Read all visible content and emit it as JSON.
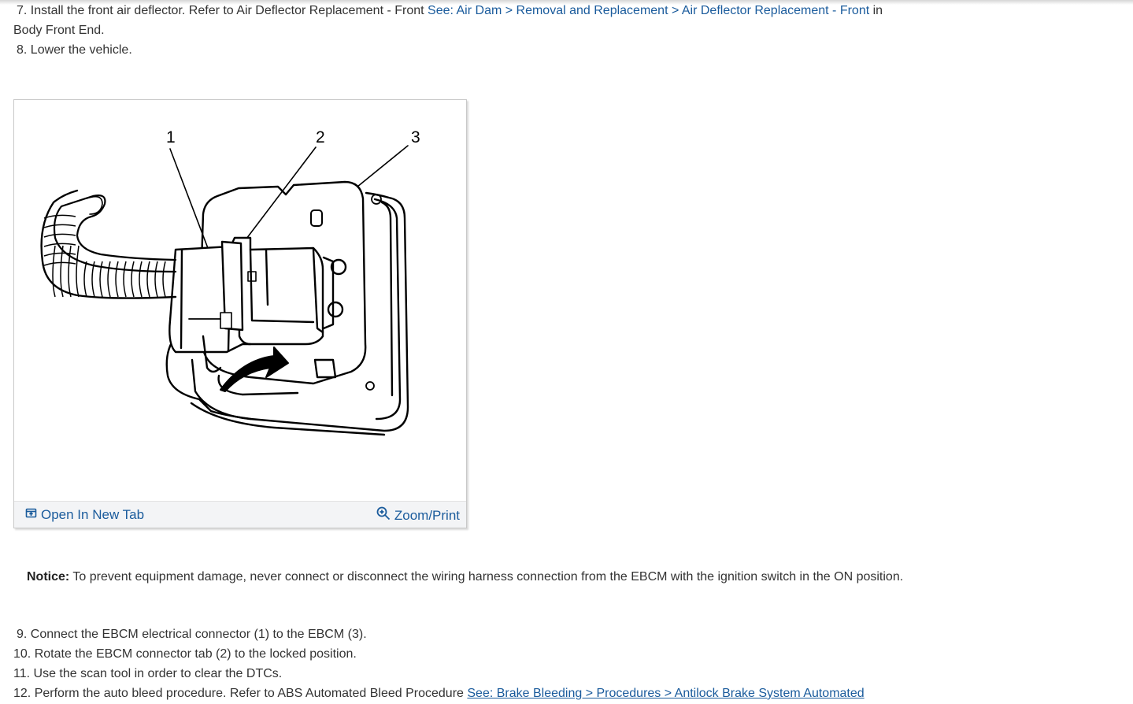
{
  "steps": {
    "step7": {
      "num": "7.",
      "text": "Install the front air deflector. Refer to Air Deflector Replacement - Front",
      "link": "See: Air Dam > Removal and Replacement > Air Deflector Replacement - Front",
      "tail": "in",
      "cont": "Body Front End."
    },
    "step8": {
      "num": "8.",
      "text": "Lower the vehicle."
    },
    "step9": {
      "num": "9.",
      "text": "Connect the EBCM electrical connector (1) to the EBCM (3)."
    },
    "step10": {
      "num": "10.",
      "text": "Rotate the EBCM connector tab (2) to the locked position."
    },
    "step11": {
      "num": "11.",
      "text": "Use the scan tool in order to clear the DTCs."
    },
    "step12": {
      "num": "12.",
      "text": "Perform the auto bleed procedure. Refer to ABS Automated Bleed Procedure",
      "link": "See: Brake Bleeding > Procedures > Antilock Brake System Automated"
    }
  },
  "figure": {
    "callouts": [
      "1",
      "2",
      "3"
    ],
    "open_tab_label": "Open In New Tab",
    "zoom_label": "Zoom/Print",
    "icons": {
      "open": "open-new-tab-icon",
      "zoom": "zoom-in-icon"
    }
  },
  "notice": {
    "label": "Notice:",
    "text": "To prevent equipment damage, never connect or disconnect the wiring harness connection from the EBCM with the ignition switch in the ON position."
  },
  "colors": {
    "link": "#1a5b9c",
    "text": "#333333",
    "bar": "#f3f4f6"
  }
}
